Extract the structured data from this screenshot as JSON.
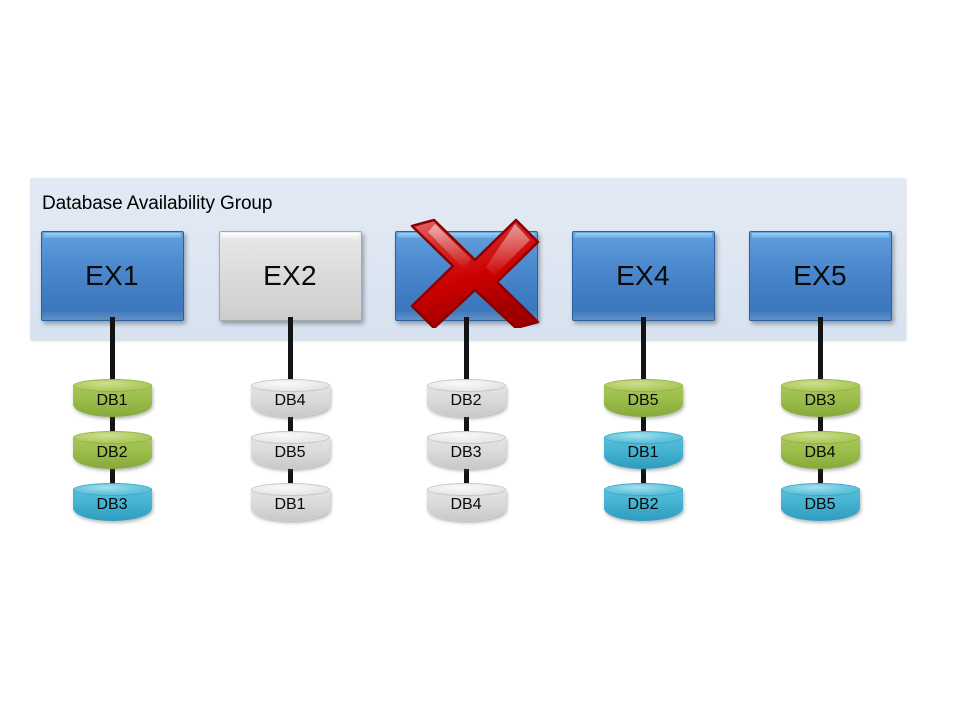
{
  "diagram": {
    "title": "Database Availability Group",
    "background_color": "#FFFFFF",
    "panel_color": "#DDE6F2",
    "colors": {
      "server_active": "#4E8BCF",
      "server_inactive": "#D9D9D9",
      "db_active_copy": "#9DBF4C",
      "db_passive_copy": "#46B4D2",
      "db_offline": "#D6D6D6",
      "failure_marker": "#CC0000",
      "connector": "#131313"
    }
  },
  "servers": [
    {
      "id": "ex1",
      "label": "EX1",
      "state": "blue",
      "failed": false,
      "databases": [
        {
          "label": "DB1",
          "color": "green"
        },
        {
          "label": "DB2",
          "color": "green"
        },
        {
          "label": "DB3",
          "color": "blue"
        }
      ]
    },
    {
      "id": "ex2",
      "label": "EX2",
      "state": "gray",
      "failed": false,
      "databases": [
        {
          "label": "DB4",
          "color": "gray"
        },
        {
          "label": "DB5",
          "color": "gray"
        },
        {
          "label": "DB1",
          "color": "gray"
        }
      ]
    },
    {
      "id": "ex3",
      "label": "",
      "state": "blue",
      "failed": true,
      "databases": [
        {
          "label": "DB2",
          "color": "gray"
        },
        {
          "label": "DB3",
          "color": "gray"
        },
        {
          "label": "DB4",
          "color": "gray"
        }
      ]
    },
    {
      "id": "ex4",
      "label": "EX4",
      "state": "blue",
      "failed": false,
      "databases": [
        {
          "label": "DB5",
          "color": "green"
        },
        {
          "label": "DB1",
          "color": "blue"
        },
        {
          "label": "DB2",
          "color": "blue"
        }
      ]
    },
    {
      "id": "ex5",
      "label": "EX5",
      "state": "blue",
      "failed": false,
      "databases": [
        {
          "label": "DB3",
          "color": "green"
        },
        {
          "label": "DB4",
          "color": "green"
        },
        {
          "label": "DB5",
          "color": "blue"
        }
      ]
    }
  ],
  "icons": {
    "failure": "red-x-icon"
  }
}
